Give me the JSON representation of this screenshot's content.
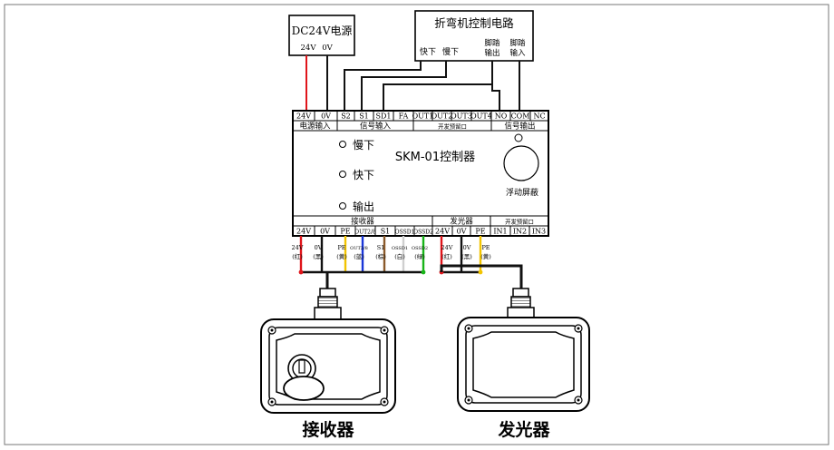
{
  "power_box": {
    "title": "DC24V电源",
    "terminal_24v": "24V",
    "terminal_0v": "0V"
  },
  "bend_box": {
    "title": "折弯机控制电路",
    "fast_down": "快下",
    "slow_down": "慢下",
    "pedal_out_1": "脚踏",
    "pedal_out_2": "输出",
    "pedal_in_1": "脚踏",
    "pedal_in_2": "输入"
  },
  "controller": {
    "name": "SKM-01控制器",
    "indicators": [
      "慢下",
      "快下",
      "输出"
    ],
    "float_shield": "浮动屏蔽",
    "top_terminals": [
      "24V",
      "0V",
      "S2",
      "S1",
      "SD1",
      "FA",
      "OUT1",
      "OUT2",
      "OUT3",
      "OUT4",
      "NO",
      "COM",
      "NC"
    ],
    "top_groups": [
      "电源输入",
      "信号输入",
      "开发预留口",
      "信号输出"
    ],
    "bottom_groups": [
      "接收器",
      "发光器",
      "开发预留口"
    ],
    "bottom_terminals": [
      "24V",
      "0V",
      "PE",
      "OUT2/8",
      "S1",
      "OSSD1",
      "OSSD2",
      "24V",
      "0V",
      "PE",
      "IN1",
      "IN2",
      "IN3"
    ]
  },
  "receiver_wires": [
    {
      "l1": "24V",
      "l2": "(红)"
    },
    {
      "l1": "0V",
      "l2": "(黑)"
    },
    {
      "l1": "PE",
      "l2": "(黄)"
    },
    {
      "l1": "OUT2/8",
      "l2": "(蓝)"
    },
    {
      "l1": "S1",
      "l2": "(棕)"
    },
    {
      "l1": "OSSD1",
      "l2": "(白)"
    },
    {
      "l1": "OSSD2",
      "l2": "(绿)"
    }
  ],
  "emitter_wires": [
    {
      "l1": "24V",
      "l2": "(红)"
    },
    {
      "l1": "0V",
      "l2": "(黑)"
    },
    {
      "l1": "PE",
      "l2": "(黄)"
    }
  ],
  "device_labels": {
    "receiver": "接收器",
    "emitter": "发光器"
  },
  "colors": {
    "red": "#e0151b",
    "black": "#111111",
    "yellow": "#f2c400",
    "blue": "#1a36d8",
    "brown": "#8b5a2b",
    "white": "#cfcfcf",
    "green": "#18b418"
  }
}
